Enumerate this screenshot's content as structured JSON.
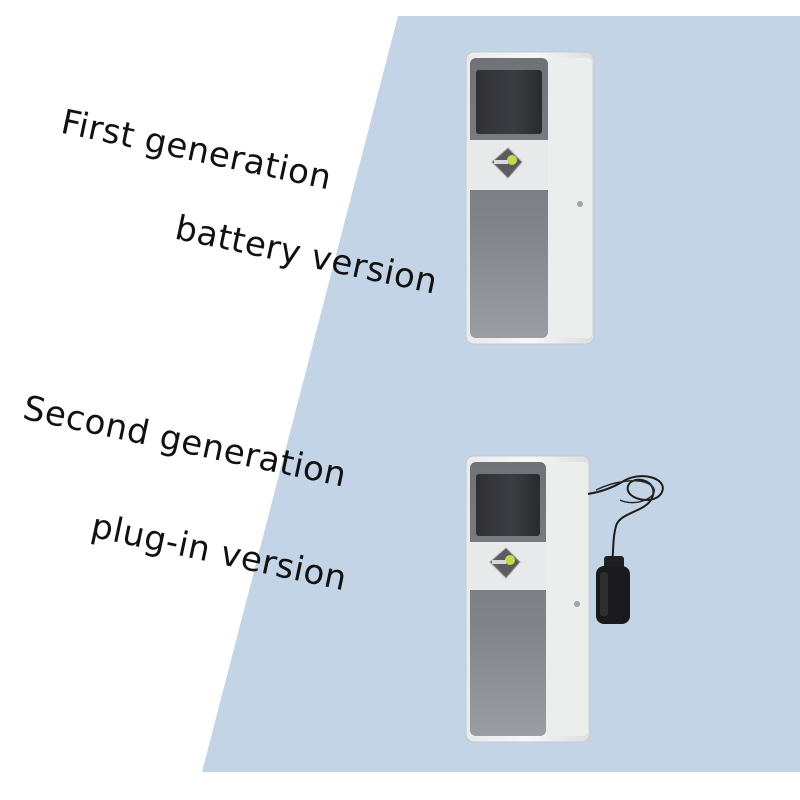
{
  "labels": {
    "first_generation": "First generation",
    "battery_version": "battery version",
    "second_generation": "Second generation",
    "plugin_version": "plug-in version"
  },
  "colors": {
    "background_panel": "#c3d4e6",
    "device_body": "#f3f4f6",
    "device_face": "#7b7e83",
    "window": "#3b3c40"
  }
}
